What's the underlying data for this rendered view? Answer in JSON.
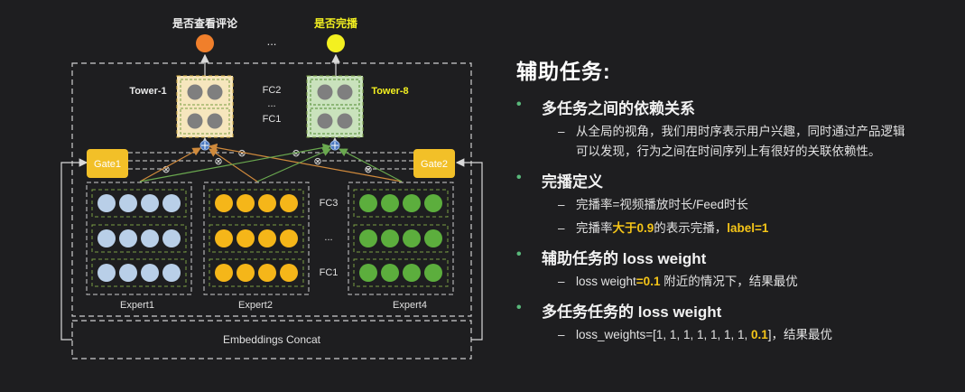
{
  "diagram": {
    "task_left": "是否查看评论",
    "task_right": "是否完播",
    "task_ellipsis": "...",
    "tower_left": "Tower-1",
    "tower_right": "Tower-8",
    "fc2": "FC2",
    "fc_mid_dots": "...",
    "fc1_top": "FC1",
    "gate_left": "Gate1",
    "gate_right": "Gate2",
    "fc3": "FC3",
    "expert_mid_dots": "...",
    "fc1_bottom": "FC1",
    "experts": [
      "Expert1",
      "Expert2",
      "Expert4"
    ],
    "concat": "Embeddings Concat",
    "otimes": "⊗",
    "colors": {
      "task_left": "#f07f2b",
      "task_right": "#f3f020",
      "tower_left_bg": "#f6e6bd",
      "tower_right_bg": "#c9e2bc",
      "gate": "#f2c028",
      "expert1": "#b9cfe8",
      "expert2": "#f5b619",
      "expert4": "#5cae3d",
      "tower_neuron": "#7f7f7f"
    }
  },
  "panel": {
    "heading": "辅助任务:",
    "sections": [
      {
        "title": "多任务之间的依赖关系",
        "subs": [
          {
            "lines": [
              "从全局的视角，我们用时序表示用户兴趣，同时通过产品逻辑",
              "可以发现，行为之间在时间序列上有很好的关联依赖性。"
            ]
          }
        ]
      },
      {
        "title": "完播定义",
        "subs": [
          {
            "text": "完播率=视频播放时长/Feed时长"
          },
          {
            "pre": "完播率",
            "hl1": "大于0.9",
            "mid": "的表示完播，",
            "hl2": "label=1"
          }
        ]
      },
      {
        "title": "辅助任务的 loss weight",
        "subs": [
          {
            "pre": "loss weight",
            "hl1": "=0.1",
            "mid": " 附近的情况下，结果最优"
          }
        ]
      },
      {
        "title": "多任务任务的 loss weight",
        "subs": [
          {
            "pre": "loss_weights=[1, 1, 1, 1, 1, 1, 1, ",
            "hl1": "0.1",
            "mid": "]，结果最优"
          }
        ]
      }
    ]
  }
}
